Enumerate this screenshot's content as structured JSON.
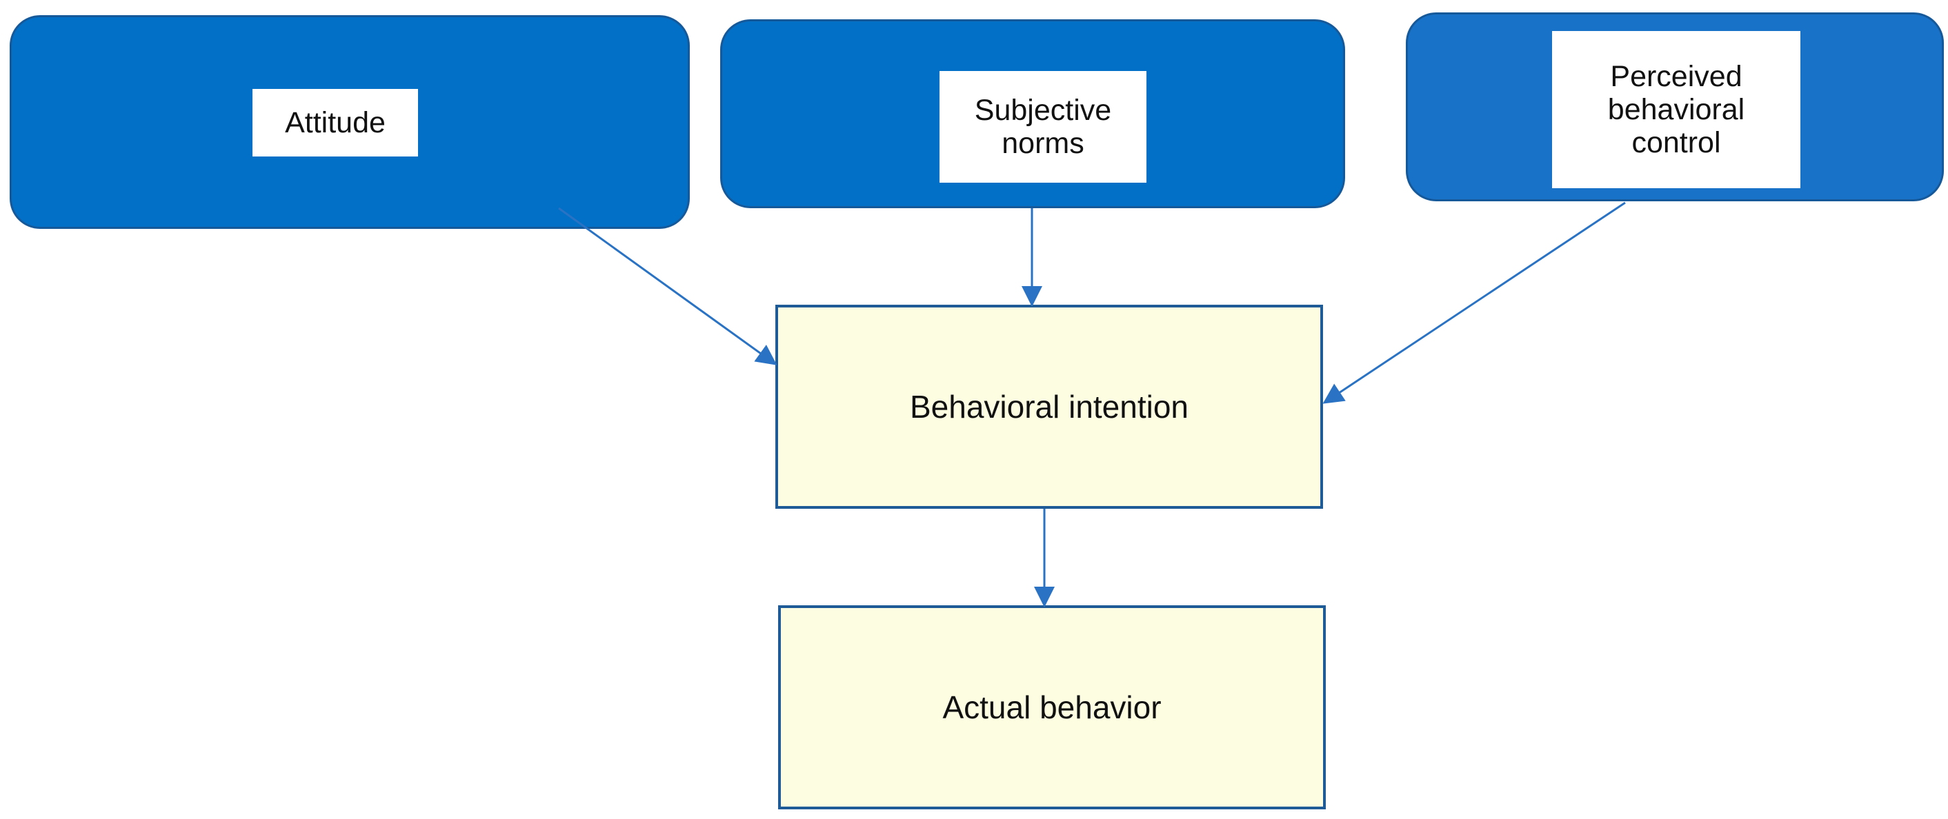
{
  "diagram": {
    "nodes": {
      "attitude": "Attitude",
      "subjective_norms": "Subjective norms",
      "perceived_behavioral_control": "Perceived behavioral control",
      "behavioral_intention": "Behavioral intention",
      "actual_behavior": "Actual behavior"
    },
    "edges": [
      {
        "from": "attitude",
        "to": "behavioral_intention"
      },
      {
        "from": "subjective_norms",
        "to": "behavioral_intention"
      },
      {
        "from": "perceived_behavioral_control",
        "to": "behavioral_intention"
      },
      {
        "from": "behavioral_intention",
        "to": "actual_behavior"
      }
    ],
    "colors": {
      "source_fill": "#0170c6",
      "source_border": "#15599b",
      "target_fill": "#fdfde2",
      "target_border": "#1f5b97",
      "arrow": "#2a73c4"
    }
  }
}
